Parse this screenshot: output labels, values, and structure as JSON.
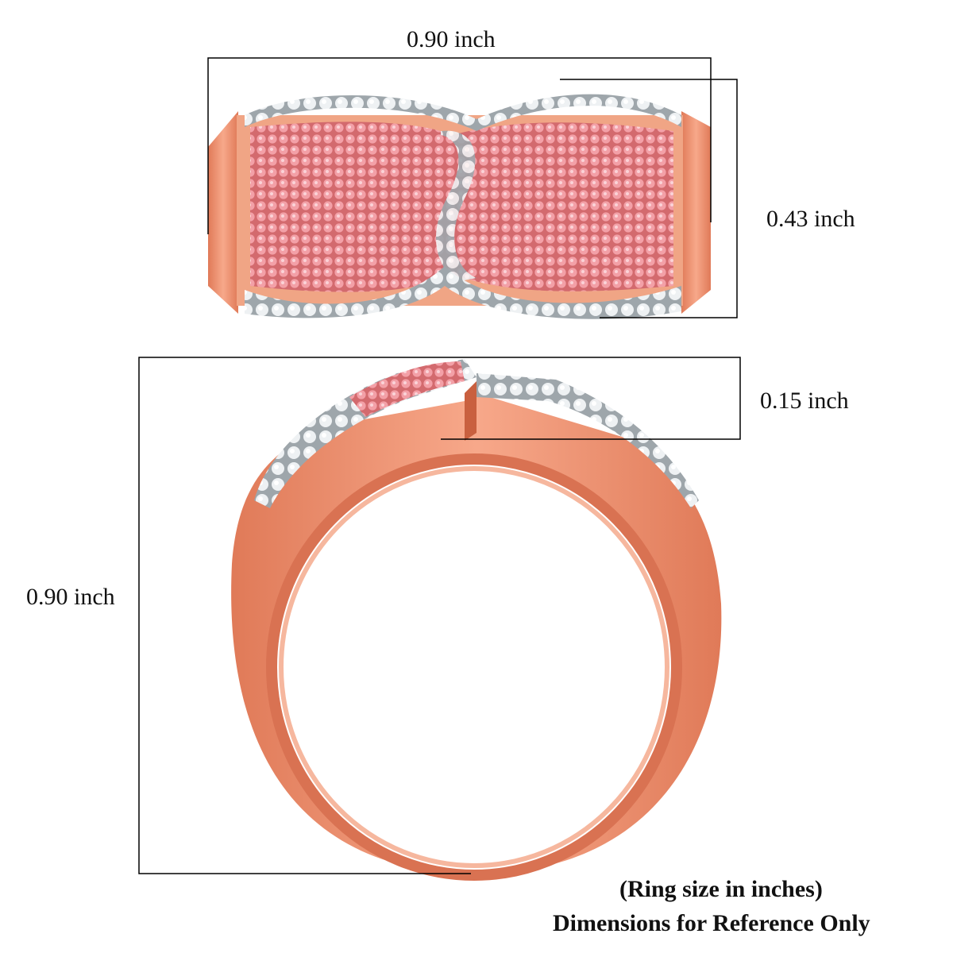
{
  "measurements": {
    "top_width": "0.90 inch",
    "top_height": "0.43 inch",
    "side_band_width": "0.15 inch",
    "side_height": "0.90 inch"
  },
  "footer": {
    "line1": "(Ring size in inches)",
    "line2": "Dimensions for Reference Only"
  },
  "colors": {
    "rose_gold": "#f2987a",
    "rose_gold_dark": "#d97252",
    "pink_stone": "#ee8a95",
    "white_stone": "#e8ecef",
    "silver_setting": "#9ea6ab"
  }
}
